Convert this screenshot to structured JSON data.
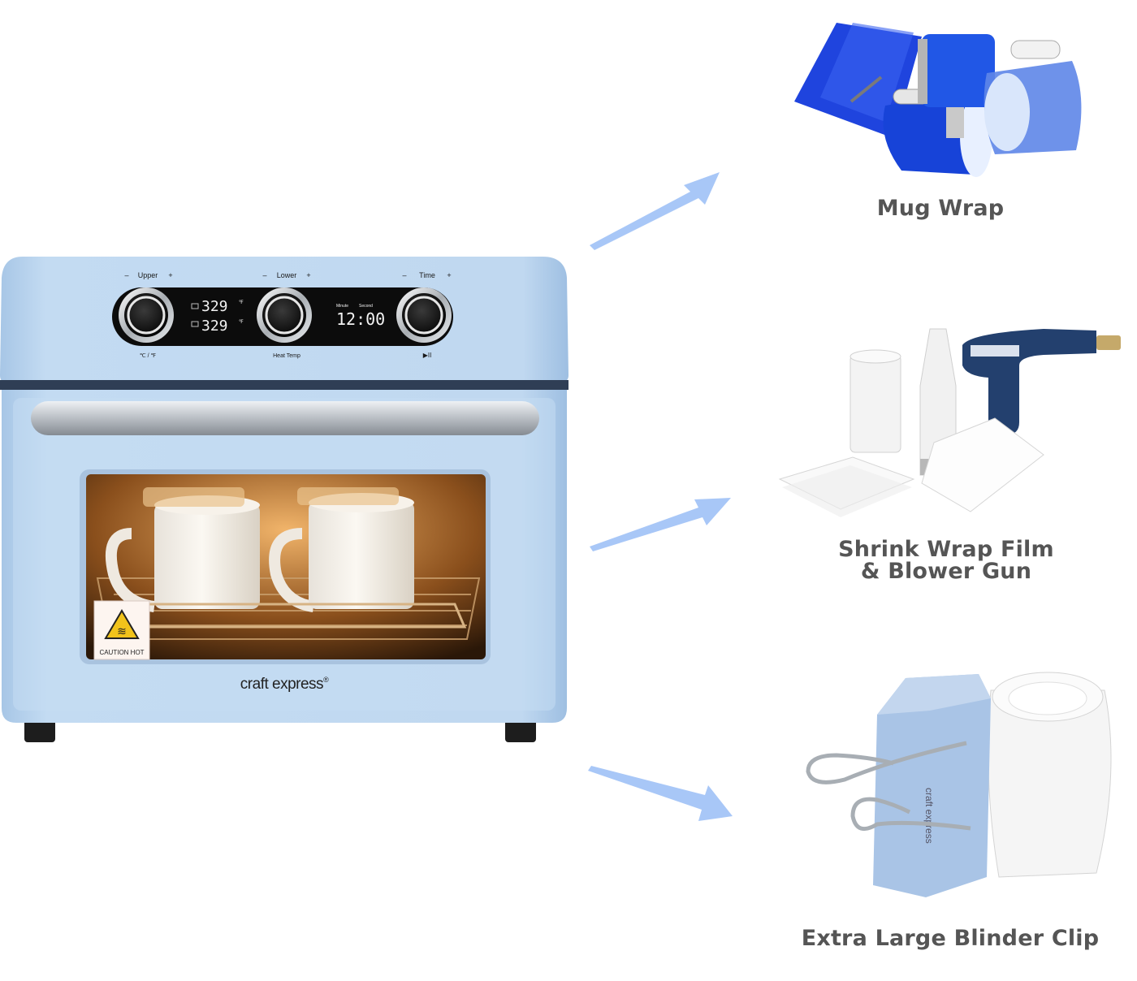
{
  "oven": {
    "labels": {
      "upper": "Upper",
      "lower": "Lower",
      "time": "Time",
      "minus": "–",
      "plus": "+",
      "unit_toggle": "℃ / ℉",
      "heat_temp": "Heat Temp",
      "play_pause": "▶II",
      "minute": "Minute",
      "second": "Second",
      "temp_unit": "℉"
    },
    "display": {
      "upper_temp": "329",
      "lower_temp": "329",
      "timer": "12:00"
    },
    "brand": "craft express",
    "brand_mark": "®",
    "warning_label": "CAUTION HOT",
    "body_color": "#b8d3ee"
  },
  "products": [
    {
      "name": "Mug Wrap",
      "icon": "mug-wrap-image"
    },
    {
      "name": "Shrink Wrap Film",
      "name_line2": "& Blower Gun",
      "icon": "shrink-wrap-and-heat-gun-image"
    },
    {
      "name": "Extra Large Blinder Clip",
      "icon": "binder-clip-image"
    }
  ],
  "colors": {
    "arrow": "#a8c7f7",
    "caption": "#555555",
    "silicone_blue": "#1a4fe0"
  }
}
